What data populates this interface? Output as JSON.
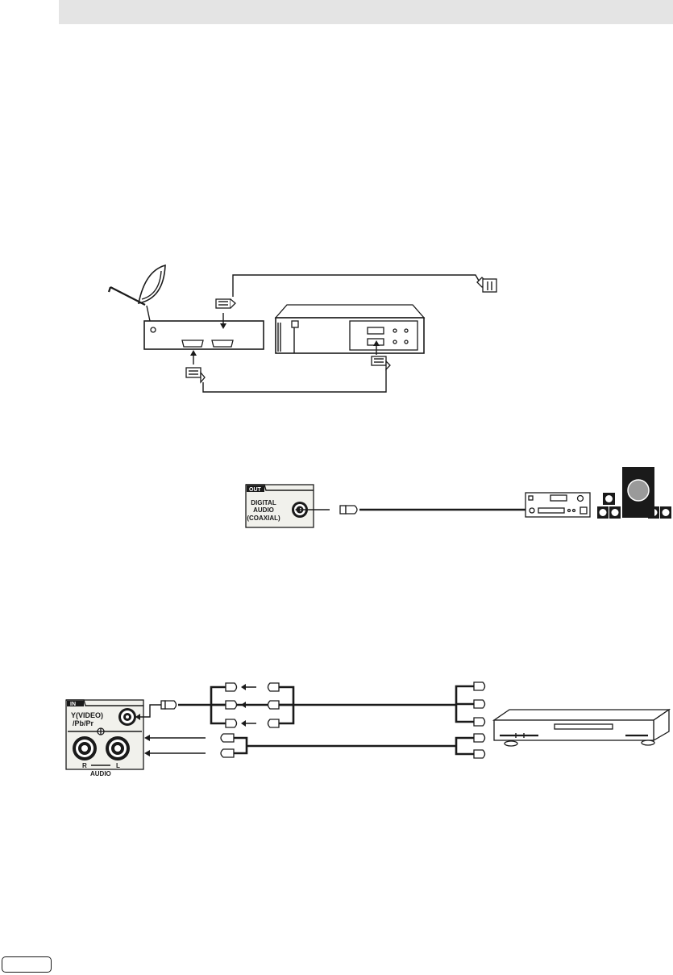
{
  "panel_coax": {
    "section": "OUT",
    "port_line1": "DIGITAL",
    "port_line2": "AUDIO",
    "port_line3": "(COAXIAL)"
  },
  "panel_component": {
    "section": "IN",
    "video_line1": "Y(VIDEO)",
    "video_line2": "/Pb/Pr",
    "right_channel": "R",
    "left_channel": "L",
    "audio_label": "AUDIO"
  },
  "icons": [
    "satellite-dish-icon",
    "scart-plug-icon",
    "rca-plug-icon",
    "receiver-icon",
    "speaker-icon",
    "subwoofer-icon",
    "dvd-player-icon",
    "vcr-icon"
  ],
  "colors": {
    "line": "#1a1a1a",
    "header_band": "#e4e4e4",
    "panel_bg": "#f1f1ec"
  }
}
